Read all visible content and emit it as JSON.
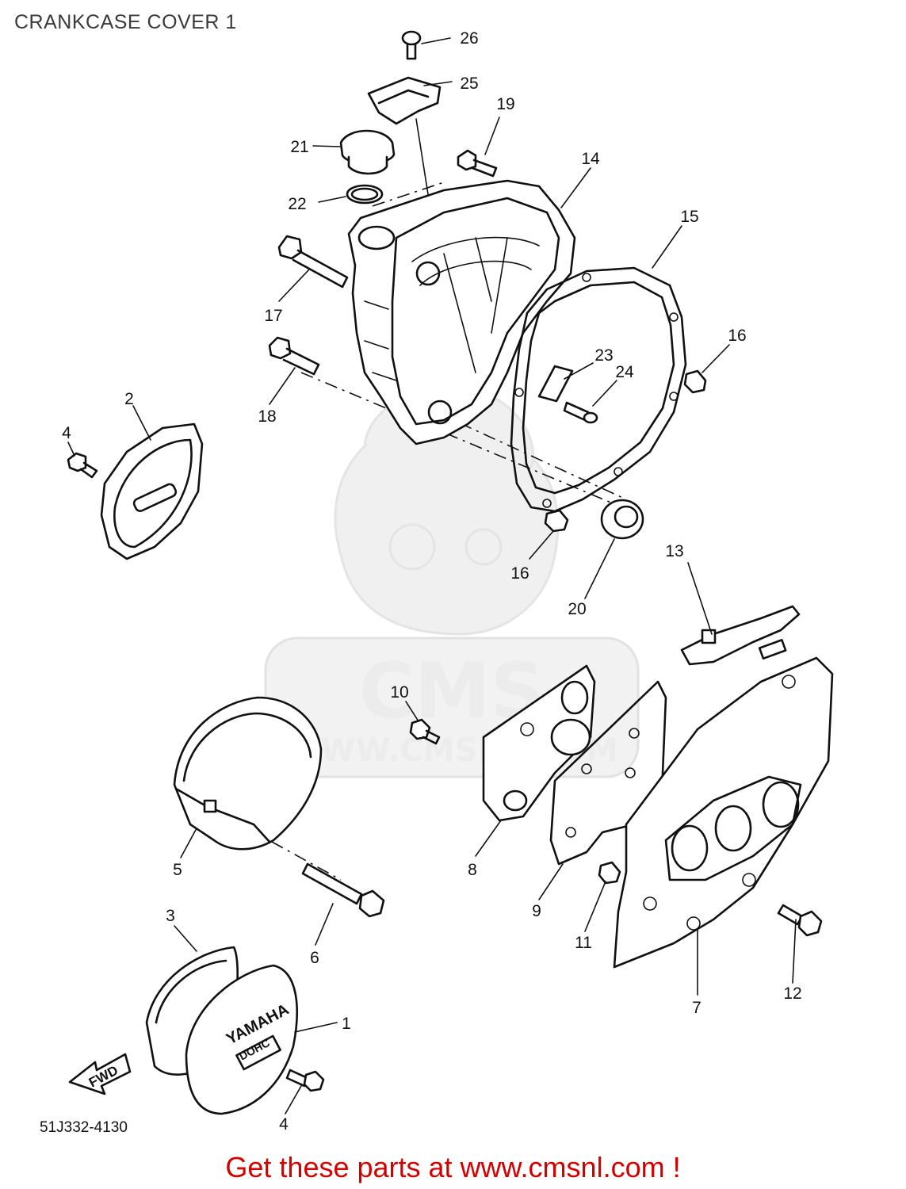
{
  "page": {
    "title": "CRANKCASE COVER 1",
    "cta": "Get these parts at www.cmsnl.com !",
    "diagram_code": "51J332-4130"
  },
  "watermark": {
    "brand": "CMS",
    "url": "WWW.CMSNL.COM"
  },
  "embossed": {
    "brand": "YAMAHA",
    "model": "DOHC",
    "direction": "FWD"
  },
  "callouts": [
    "26",
    "25",
    "19",
    "21",
    "14",
    "22",
    "15",
    "17",
    "16",
    "23",
    "24",
    "18",
    "2",
    "4",
    "16",
    "20",
    "13",
    "10",
    "5",
    "8",
    "9",
    "11",
    "6",
    "3",
    "1",
    "7",
    "12",
    "4"
  ],
  "colors": {
    "title": "#3a3a3a",
    "cta": "#d40000",
    "lines": "#111111",
    "watermark": "#ececec"
  }
}
